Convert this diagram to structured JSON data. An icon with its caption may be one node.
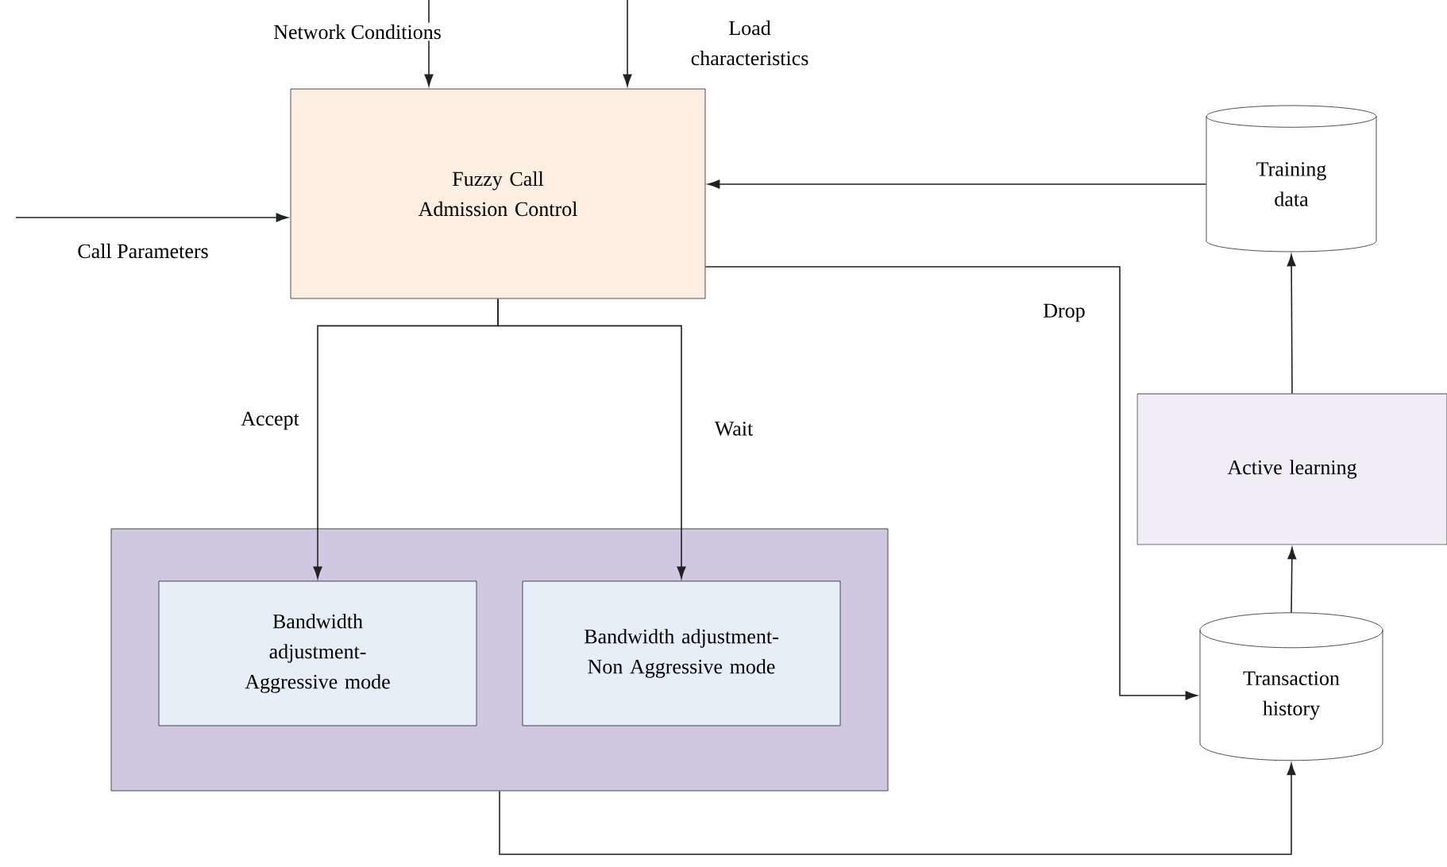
{
  "diagram": {
    "nodes": [
      {
        "text": [
          "Fuzzy Call Admission Control"
        ]
      },
      {
        "text": [],
        "shape": "box"
      },
      {
        "text": [
          "Bandwidth adjustment- Aggressive mode"
        ],
        "in": 1
      },
      {
        "text": [
          "Bandwidth adjustment-Non Aggressive mode"
        ],
        "in": 1
      },
      {
        "text": [
          "Training data"
        ]
      },
      {
        "text": [
          "Active learning"
        ]
      },
      {
        "text": [
          "Transaction history"
        ]
      }
    ],
    "edges": [
      {
        "from": null,
        "to": 0,
        "arrow": "to",
        "label": "Network Conditions"
      },
      {
        "from": null,
        "to": 0,
        "arrow": "to",
        "label": "Load characteristics"
      },
      {
        "from": null,
        "to": 0,
        "arrow": "to",
        "label": "Call Parameters"
      },
      {
        "from": 4,
        "to": 0,
        "arrow": "to"
      },
      {
        "from": 0,
        "to": 2,
        "arrow": "to",
        "label": "Accept"
      },
      {
        "from": 0,
        "to": 3,
        "arrow": "to",
        "label": "Wait"
      },
      {
        "from": 0,
        "to": 6,
        "arrow": "to",
        "label": "Drop"
      },
      {
        "from": 1,
        "to": 6,
        "arrow": "to"
      },
      {
        "from": 6,
        "to": 5,
        "arrow": "to"
      },
      {
        "from": 5,
        "to": 4,
        "arrow": "to"
      }
    ]
  }
}
